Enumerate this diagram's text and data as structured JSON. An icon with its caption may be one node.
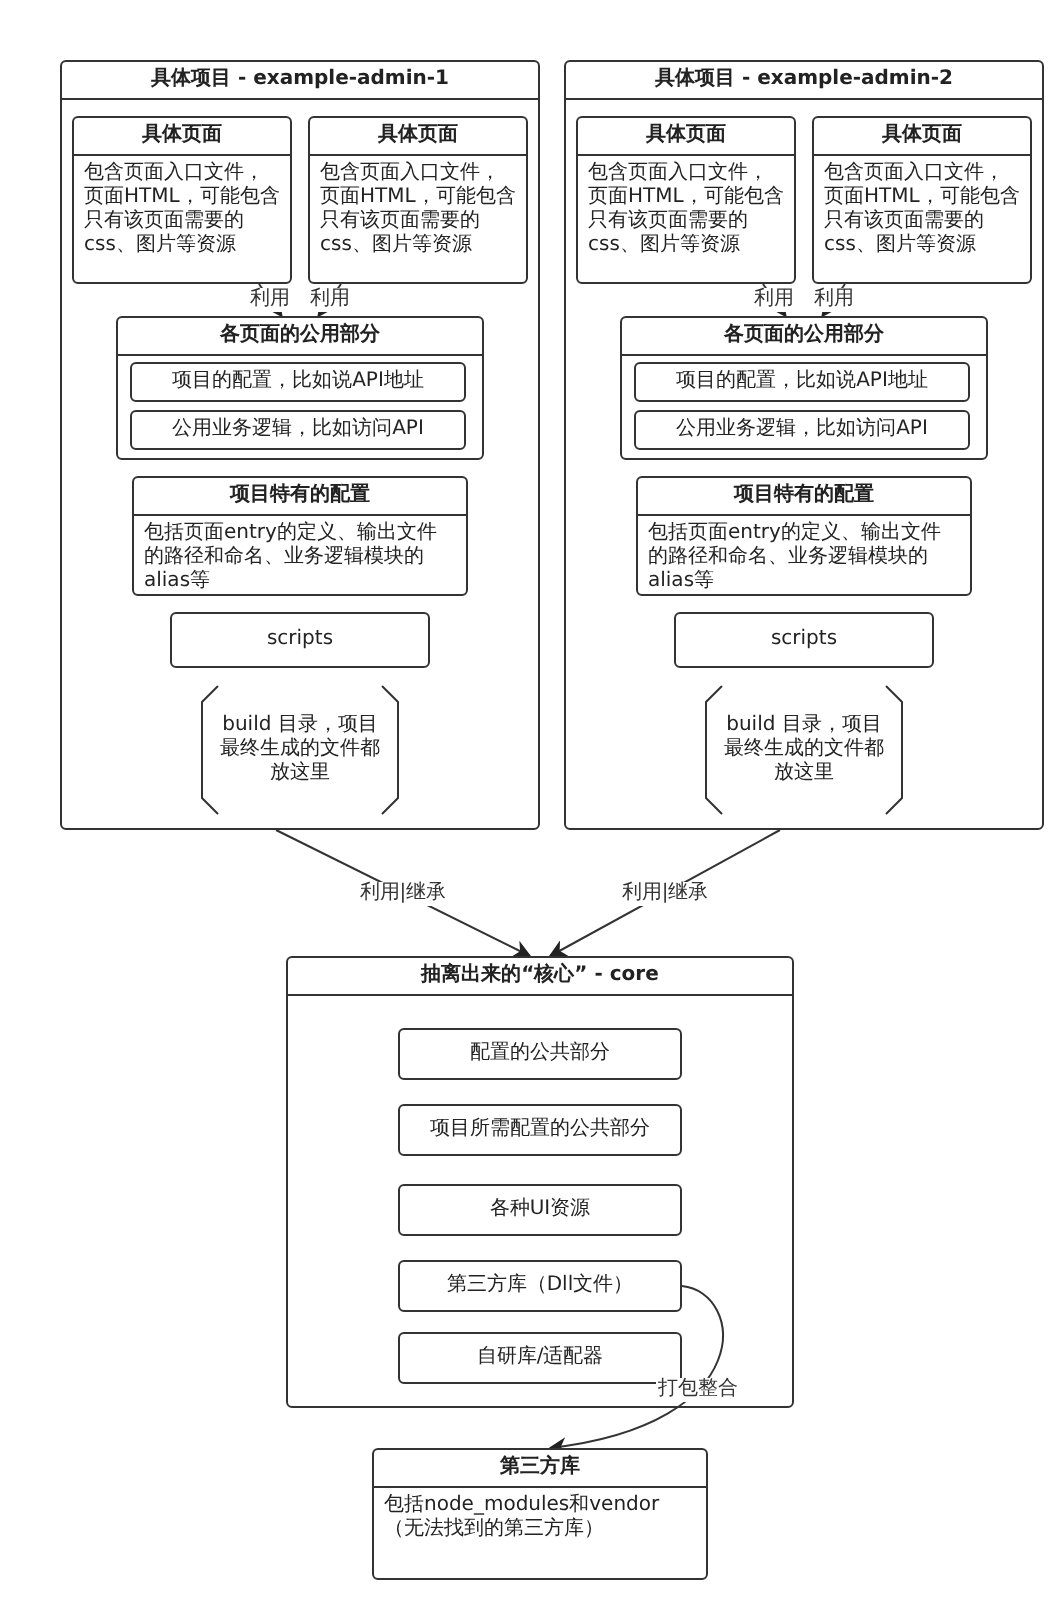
{
  "diagram": {
    "nodes": [
      {
        "text": [
          "具体项目 - example-admin-1"
        ]
      },
      {
        "text": [
          "具体页面",
          "包含页面入口文件，页面HTML，可能包含只有该页面需要的css、图片等资源"
        ],
        "in": 0
      },
      {
        "text": [
          "具体页面",
          "包含页面入口文件，页面HTML，可能包含只有该页面需要的css、图片等资源"
        ],
        "in": 0
      },
      {
        "text": [
          "各页面的公用部分"
        ],
        "in": 0
      },
      {
        "text": [
          "项目的配置，比如说API地址"
        ],
        "in": 3
      },
      {
        "text": [
          "公用业务逻辑，比如访问API"
        ],
        "in": 3
      },
      {
        "text": [
          "项目特有的配置",
          "包括页面entry的定义、输出文件的路径和命名、业务逻辑模块的alias等"
        ],
        "in": 0
      },
      {
        "text": [
          "scripts"
        ],
        "in": 0
      },
      {
        "text": [
          "build 目录，项目最终生成的文件都放这里"
        ],
        "in": 0
      },
      {
        "text": [
          "具体项目 - example-admin-2"
        ]
      },
      {
        "text": [
          "具体页面",
          "包含页面入口文件，页面HTML，可能包含只有该页面需要的css、图片等资源"
        ],
        "in": 9
      },
      {
        "text": [
          "具体页面",
          "包含页面入口文件，页面HTML，可能包含只有该页面需要的css、图片等资源"
        ],
        "in": 9
      },
      {
        "text": [
          "各页面的公用部分"
        ],
        "in": 9
      },
      {
        "text": [
          "项目的配置，比如说API地址"
        ],
        "in": 12
      },
      {
        "text": [
          "公用业务逻辑，比如访问API"
        ],
        "in": 12
      },
      {
        "text": [
          "项目特有的配置",
          "包括页面entry的定义、输出文件的路径和命名、业务逻辑模块的alias等"
        ],
        "in": 9
      },
      {
        "text": [
          "scripts"
        ],
        "in": 9
      },
      {
        "text": [
          "build 目录，项目最终生成的文件都放这里"
        ],
        "in": 9
      },
      {
        "text": [
          "抽离出来的“核心” - core"
        ]
      },
      {
        "text": [
          "配置的公共部分"
        ],
        "in": 18
      },
      {
        "text": [
          "项目所需配置的公共部分"
        ],
        "in": 18
      },
      {
        "text": [
          "各种UI资源"
        ],
        "in": 18
      },
      {
        "text": [
          "第三方库（Dll文件）"
        ],
        "in": 18
      },
      {
        "text": [
          "自研库/适配器"
        ],
        "in": 18
      },
      {
        "text": [
          "第三方库",
          "包括node_modules和vendor（无法找到的第三方库）"
        ]
      }
    ],
    "edges": [
      {
        "from": 1,
        "to": 3,
        "arrow": "to",
        "label": "利用"
      },
      {
        "from": 2,
        "to": 3,
        "arrow": "to",
        "label": "利用"
      },
      {
        "from": 10,
        "to": 12,
        "arrow": "to",
        "label": "利用"
      },
      {
        "from": 11,
        "to": 12,
        "arrow": "to",
        "label": "利用"
      },
      {
        "from": 0,
        "to": 18,
        "arrow": "to",
        "label": "利用|继承"
      },
      {
        "from": 9,
        "to": 18,
        "arrow": "to",
        "label": "利用|继承"
      },
      {
        "from": 22,
        "to": 24,
        "arrow": "to",
        "label": "打包整合"
      }
    ]
  }
}
